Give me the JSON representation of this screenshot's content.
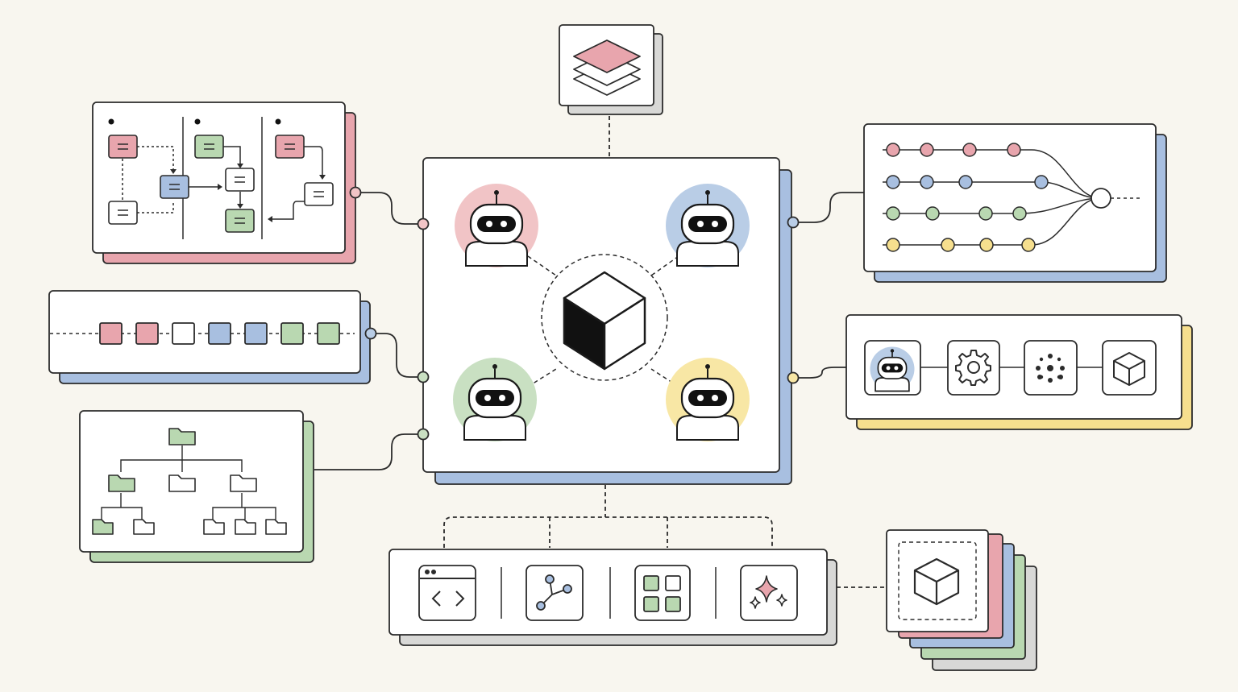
{
  "colors": {
    "background": "#f8f6ef",
    "panel_fill": "#ffffff",
    "stroke": "#2b2b2b",
    "pink": "#e8a5ad",
    "blue": "#a8bfe0",
    "green": "#b9d8b1",
    "yellow": "#f6df8e",
    "gray": "#d8d8d6",
    "pink_halo": "#f1c4c6",
    "blue_halo": "#b9cde6",
    "green_halo": "#c9e0c2",
    "yellow_halo": "#f8e7a5"
  },
  "hub": {
    "center_icon": "cube-icon",
    "agents": [
      {
        "icon": "robot-icon",
        "color": "pink"
      },
      {
        "icon": "robot-icon",
        "color": "blue"
      },
      {
        "icon": "robot-icon",
        "color": "green"
      },
      {
        "icon": "robot-icon",
        "color": "yellow"
      }
    ]
  },
  "top_panel": {
    "icon": "layers-icon"
  },
  "modules": [
    {
      "name": "flowchart-panel",
      "accent": "pink"
    },
    {
      "name": "token-sequence-panel",
      "accent": "blue",
      "token_colors": [
        "pink",
        "pink",
        "white",
        "blue",
        "blue",
        "green",
        "green"
      ]
    },
    {
      "name": "folder-tree-panel",
      "accent": "green"
    },
    {
      "name": "merging-streams-panel",
      "accent": "blue",
      "stream_colors": [
        "pink",
        "blue",
        "green",
        "yellow"
      ]
    },
    {
      "name": "tool-chain-panel",
      "accent": "yellow",
      "icons": [
        "robot-icon",
        "gear-icon",
        "dots-icon",
        "cube-icon"
      ]
    }
  ],
  "bottom_panel": {
    "icons": [
      "code-window-icon",
      "graph-nodes-icon",
      "grid-icon",
      "sparkles-icon"
    ]
  },
  "stacked_cards": {
    "icon": "cube-icon",
    "layer_colors": [
      "pink",
      "blue",
      "green",
      "gray"
    ]
  }
}
